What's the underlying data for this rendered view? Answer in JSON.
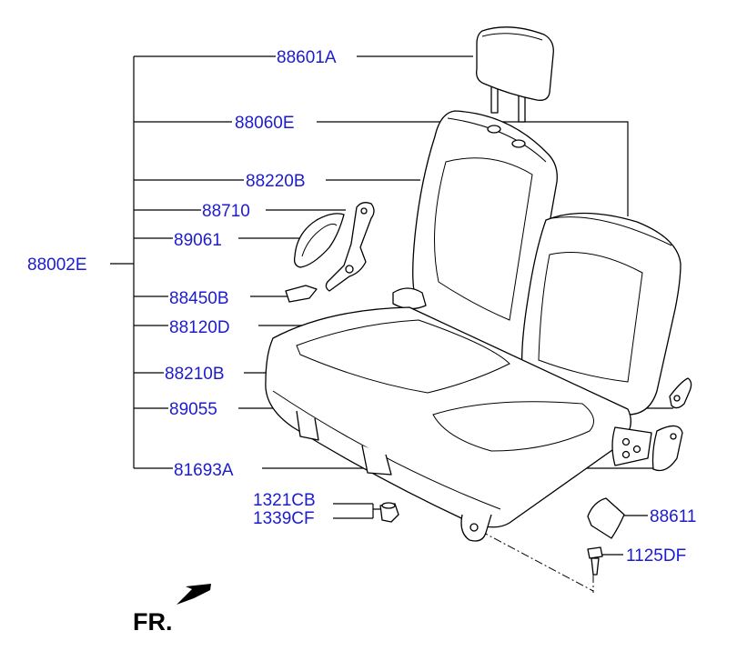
{
  "labels": {
    "p88601A": "88601A",
    "p88060E": "88060E",
    "p88220B": "88220B",
    "p88710": "88710",
    "p89061": "89061",
    "p88002E": "88002E",
    "p88450B": "88450B",
    "p88120D": "88120D",
    "p88210B": "88210B",
    "p89055": "89055",
    "p81693A": "81693A",
    "p1321CB": "1321CB",
    "p1339CF": "1339CF",
    "p88611": "88611",
    "p1125DF": "1125DF"
  },
  "direction": {
    "label": "FR."
  },
  "colors": {
    "label": "#1c1ccc",
    "line": "#000000",
    "background": "#ffffff"
  }
}
